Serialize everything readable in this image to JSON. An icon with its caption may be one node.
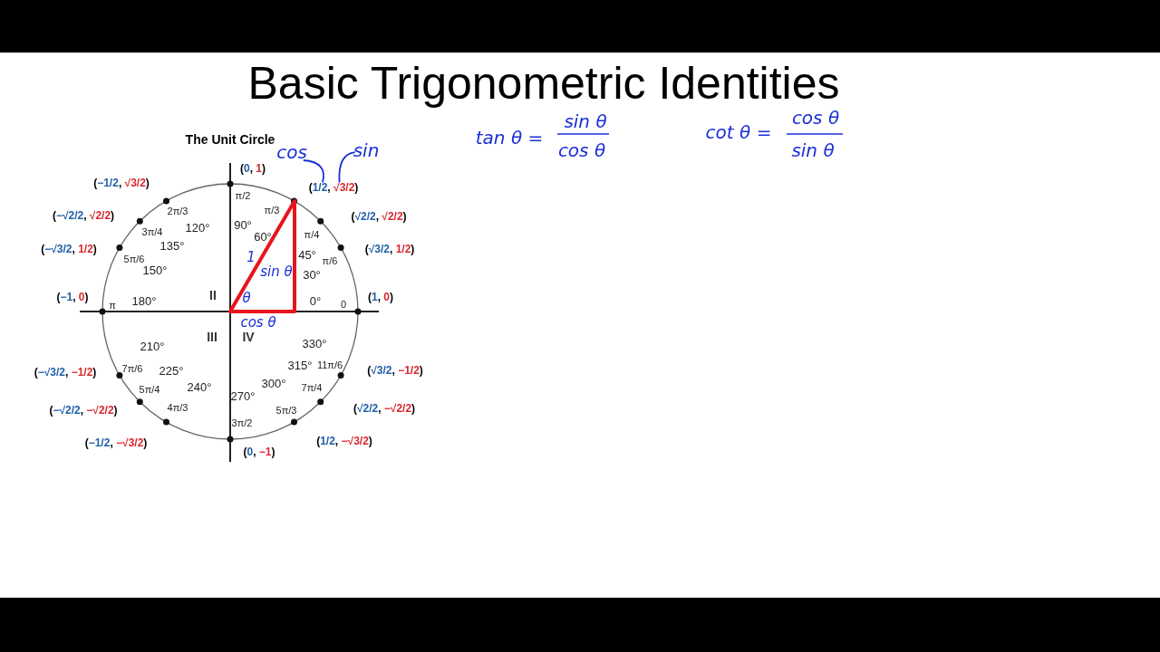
{
  "diagram": {
    "title": "Basic Trigonometric Identities",
    "nodes": [
      {
        "text": [
          "cos"
        ]
      },
      {
        "text": [
          "sin"
        ]
      },
      {
        "text": [
          "(1/2, √3/2)"
        ]
      }
    ],
    "edges": [
      {
        "from": 0,
        "to": 2,
        "arrow": "none"
      },
      {
        "from": 1,
        "to": 2,
        "arrow": "none"
      }
    ],
    "labels": [
      "The Unit Circle",
      "(0, 1)",
      "(√2/2, √2/2)",
      "(√3/2, 1/2)",
      "(1, 0)",
      "(√3/2, −1/2)",
      "(√2/2, −√2/2)",
      "(1/2, −√3/2)",
      "(0, −1)",
      "(−1/2, −√3/2)",
      "(−√2/2, −√2/2)",
      "(−√3/2, −1/2)",
      "(−1, 0)",
      "(−√3/2, 1/2)",
      "(−√2/2, √2/2)",
      "(−1/2, √3/2)",
      "π/2",
      "π/3",
      "π/4",
      "π/6",
      "0",
      "2π/3",
      "3π/4",
      "5π/6",
      "π",
      "7π/6",
      "5π/4",
      "4π/3",
      "3π/2",
      "5π/3",
      "7π/4",
      "11π/6",
      "90°",
      "60°",
      "45°",
      "30°",
      "0°",
      "120°",
      "135°",
      "150°",
      "180°",
      "210°",
      "225°",
      "240°",
      "270°",
      "300°",
      "315°",
      "330°",
      "II",
      "III",
      "IV",
      "1",
      "θ",
      "sin θ",
      "cos θ",
      "tan θ =",
      "sin θ",
      "cos θ",
      "cot θ =",
      "cos θ",
      "sin θ"
    ]
  }
}
